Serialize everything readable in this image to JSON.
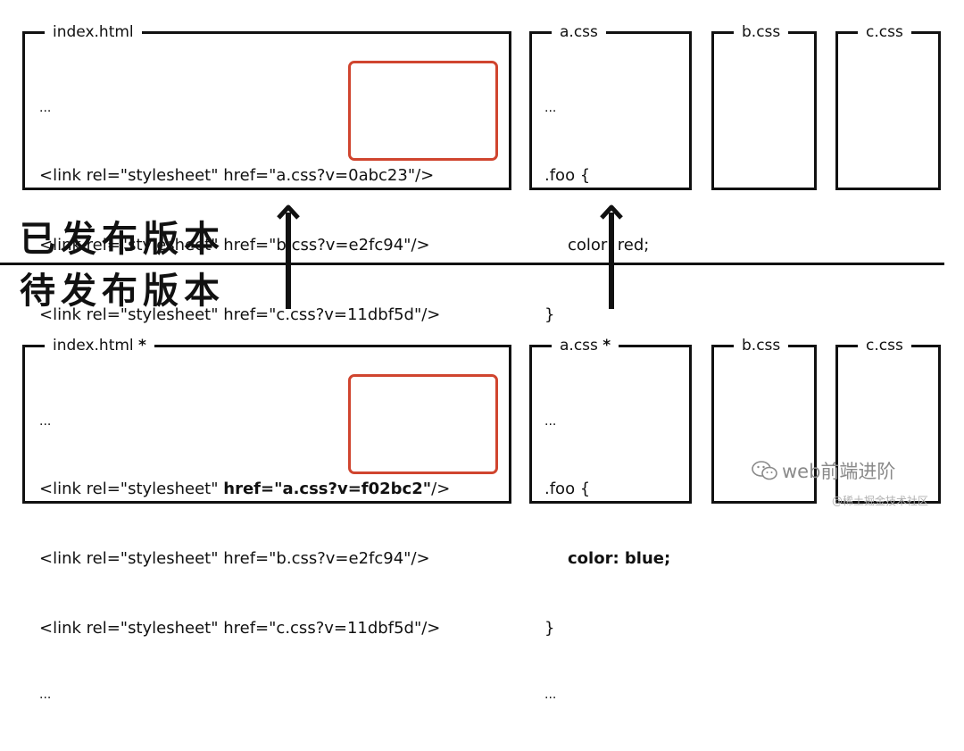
{
  "published": {
    "label": "已发布版本",
    "index": {
      "title": "index.html",
      "lines": [
        "<link rel=\"stylesheet\" href=\"a.css?v=0abc23\"/>",
        "<link rel=\"stylesheet\" href=\"b.css?v=e2fc94\"/>",
        "<link rel=\"stylesheet\" href=\"c.css?v=11dbf5d\"/>"
      ]
    },
    "a_css": {
      "title": "a.css",
      "selector": ".foo {",
      "decl": "color: red;",
      "close": "}"
    },
    "b_css": {
      "title": "b.css"
    },
    "c_css": {
      "title": "c.css"
    }
  },
  "pending": {
    "label": "待发布版本",
    "index": {
      "title": "index.html",
      "modified": "*",
      "line1_prefix": "<link rel=\"stylesheet\" ",
      "line1_bold": "href=\"a.css?v=f02bc2\"",
      "line1_suffix": "/>",
      "lines": [
        "<link rel=\"stylesheet\" href=\"b.css?v=e2fc94\"/>",
        "<link rel=\"stylesheet\" href=\"c.css?v=11dbf5d\"/>"
      ]
    },
    "a_css": {
      "title": "a.css",
      "modified": "*",
      "selector": ".foo {",
      "decl": "color: blue;",
      "close": "}"
    },
    "b_css": {
      "title": "b.css"
    },
    "c_css": {
      "title": "c.css"
    }
  },
  "ellipsis": "...",
  "watermark": "web前端进阶",
  "watermark_sub": "@稀土掘金技术社区",
  "colors": {
    "ink": "#111111",
    "highlight": "#d0452f",
    "watermark": "#8a8a8a"
  }
}
